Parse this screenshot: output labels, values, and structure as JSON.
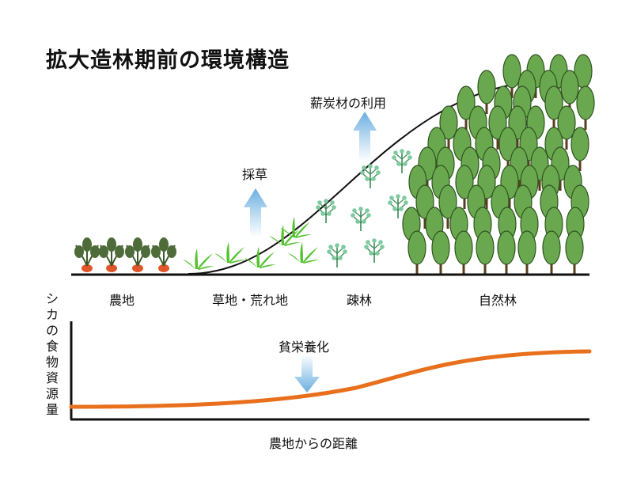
{
  "title": "拡大造林期前の環境構造",
  "annotations": {
    "fuel_use": "薪炭材の利用",
    "grass_cut": "採草",
    "poor_nutrition": "貧栄養化"
  },
  "zones": [
    "農地",
    "草地・荒れ地",
    "疎林",
    "自然林"
  ],
  "lower_chart": {
    "y_label": "シカの食物資源量",
    "x_label": "農地からの距離"
  },
  "colors": {
    "curve": "#111111",
    "food_curve": "#e8701c",
    "arrow": "#7fb6dc",
    "tree_canopy": "#6aa84f",
    "grass": "#56c232",
    "sapling": "#7fcaa0",
    "crop_root": "#e0562a"
  },
  "icons": [
    "crop-icon",
    "grass-icon",
    "sapling-icon",
    "tree-icon",
    "up-arrow-icon",
    "down-arrow-icon"
  ]
}
